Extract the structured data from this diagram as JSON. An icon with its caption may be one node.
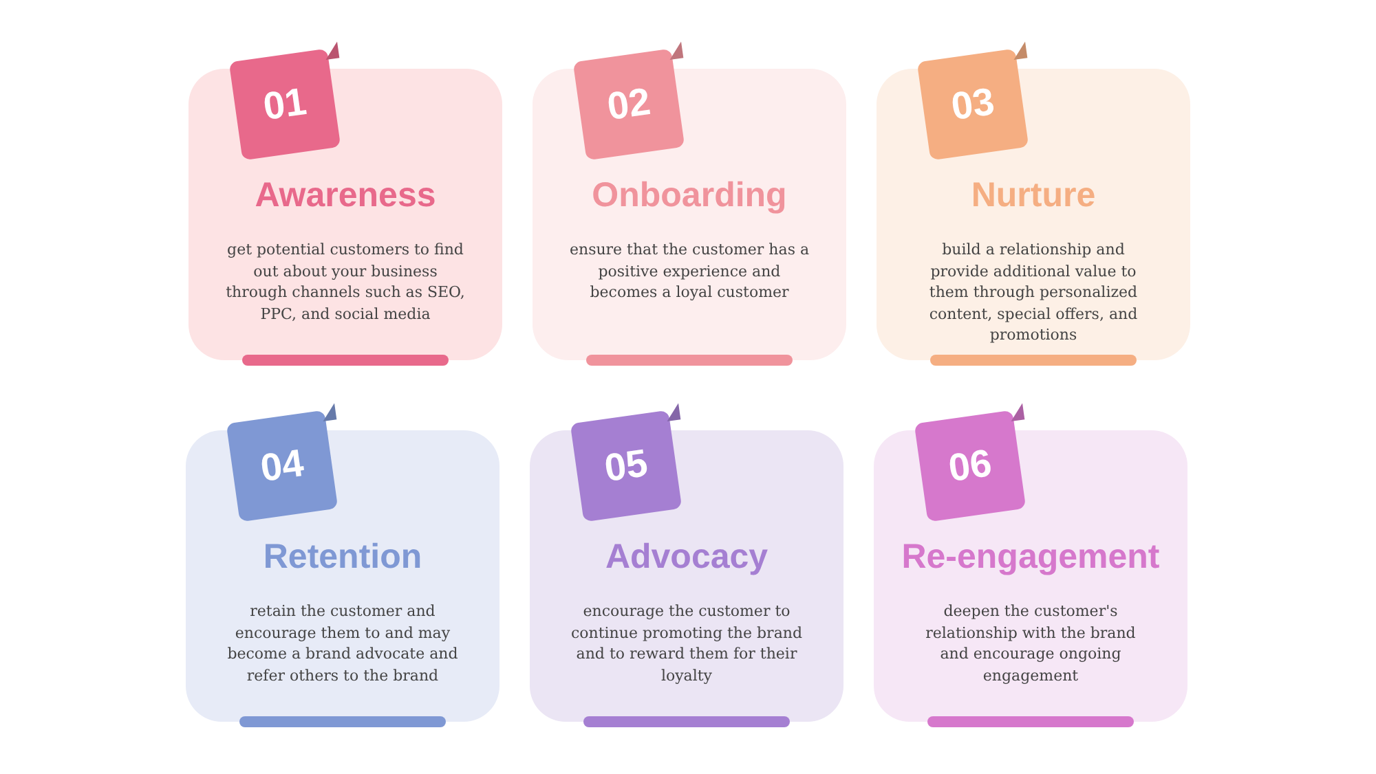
{
  "diagram": {
    "nodes": [
      {
        "text": [
          "Awareness",
          "get potential customers to find out about your business through channels such as SEO, PPC, and social media"
        ]
      },
      {
        "text": [
          "01"
        ],
        "in": 0
      },
      {
        "text": [
          "Onboarding",
          "ensure that the customer has a positive experience and becomes a loyal customer"
        ]
      },
      {
        "text": [
          "02"
        ],
        "in": 2
      },
      {
        "text": [
          "Nurture",
          "build a relationship and provide additional value to them through personalized content, special offers, and promotions"
        ]
      },
      {
        "text": [
          "03"
        ],
        "in": 4
      },
      {
        "text": [
          "Retention",
          "retain the customer and encourage them to and may become a brand advocate and refer others to the brand"
        ]
      },
      {
        "text": [
          "04"
        ],
        "in": 6
      },
      {
        "text": [
          "Advocacy",
          "encourage the customer to continue promoting the brand and to reward them for their loyalty"
        ]
      },
      {
        "text": [
          "05"
        ],
        "in": 8
      },
      {
        "text": [
          "Re-engagement",
          "deepen the customer's relationship with the brand and encourage ongoing engagement"
        ]
      },
      {
        "text": [
          "06"
        ],
        "in": 10
      }
    ]
  }
}
